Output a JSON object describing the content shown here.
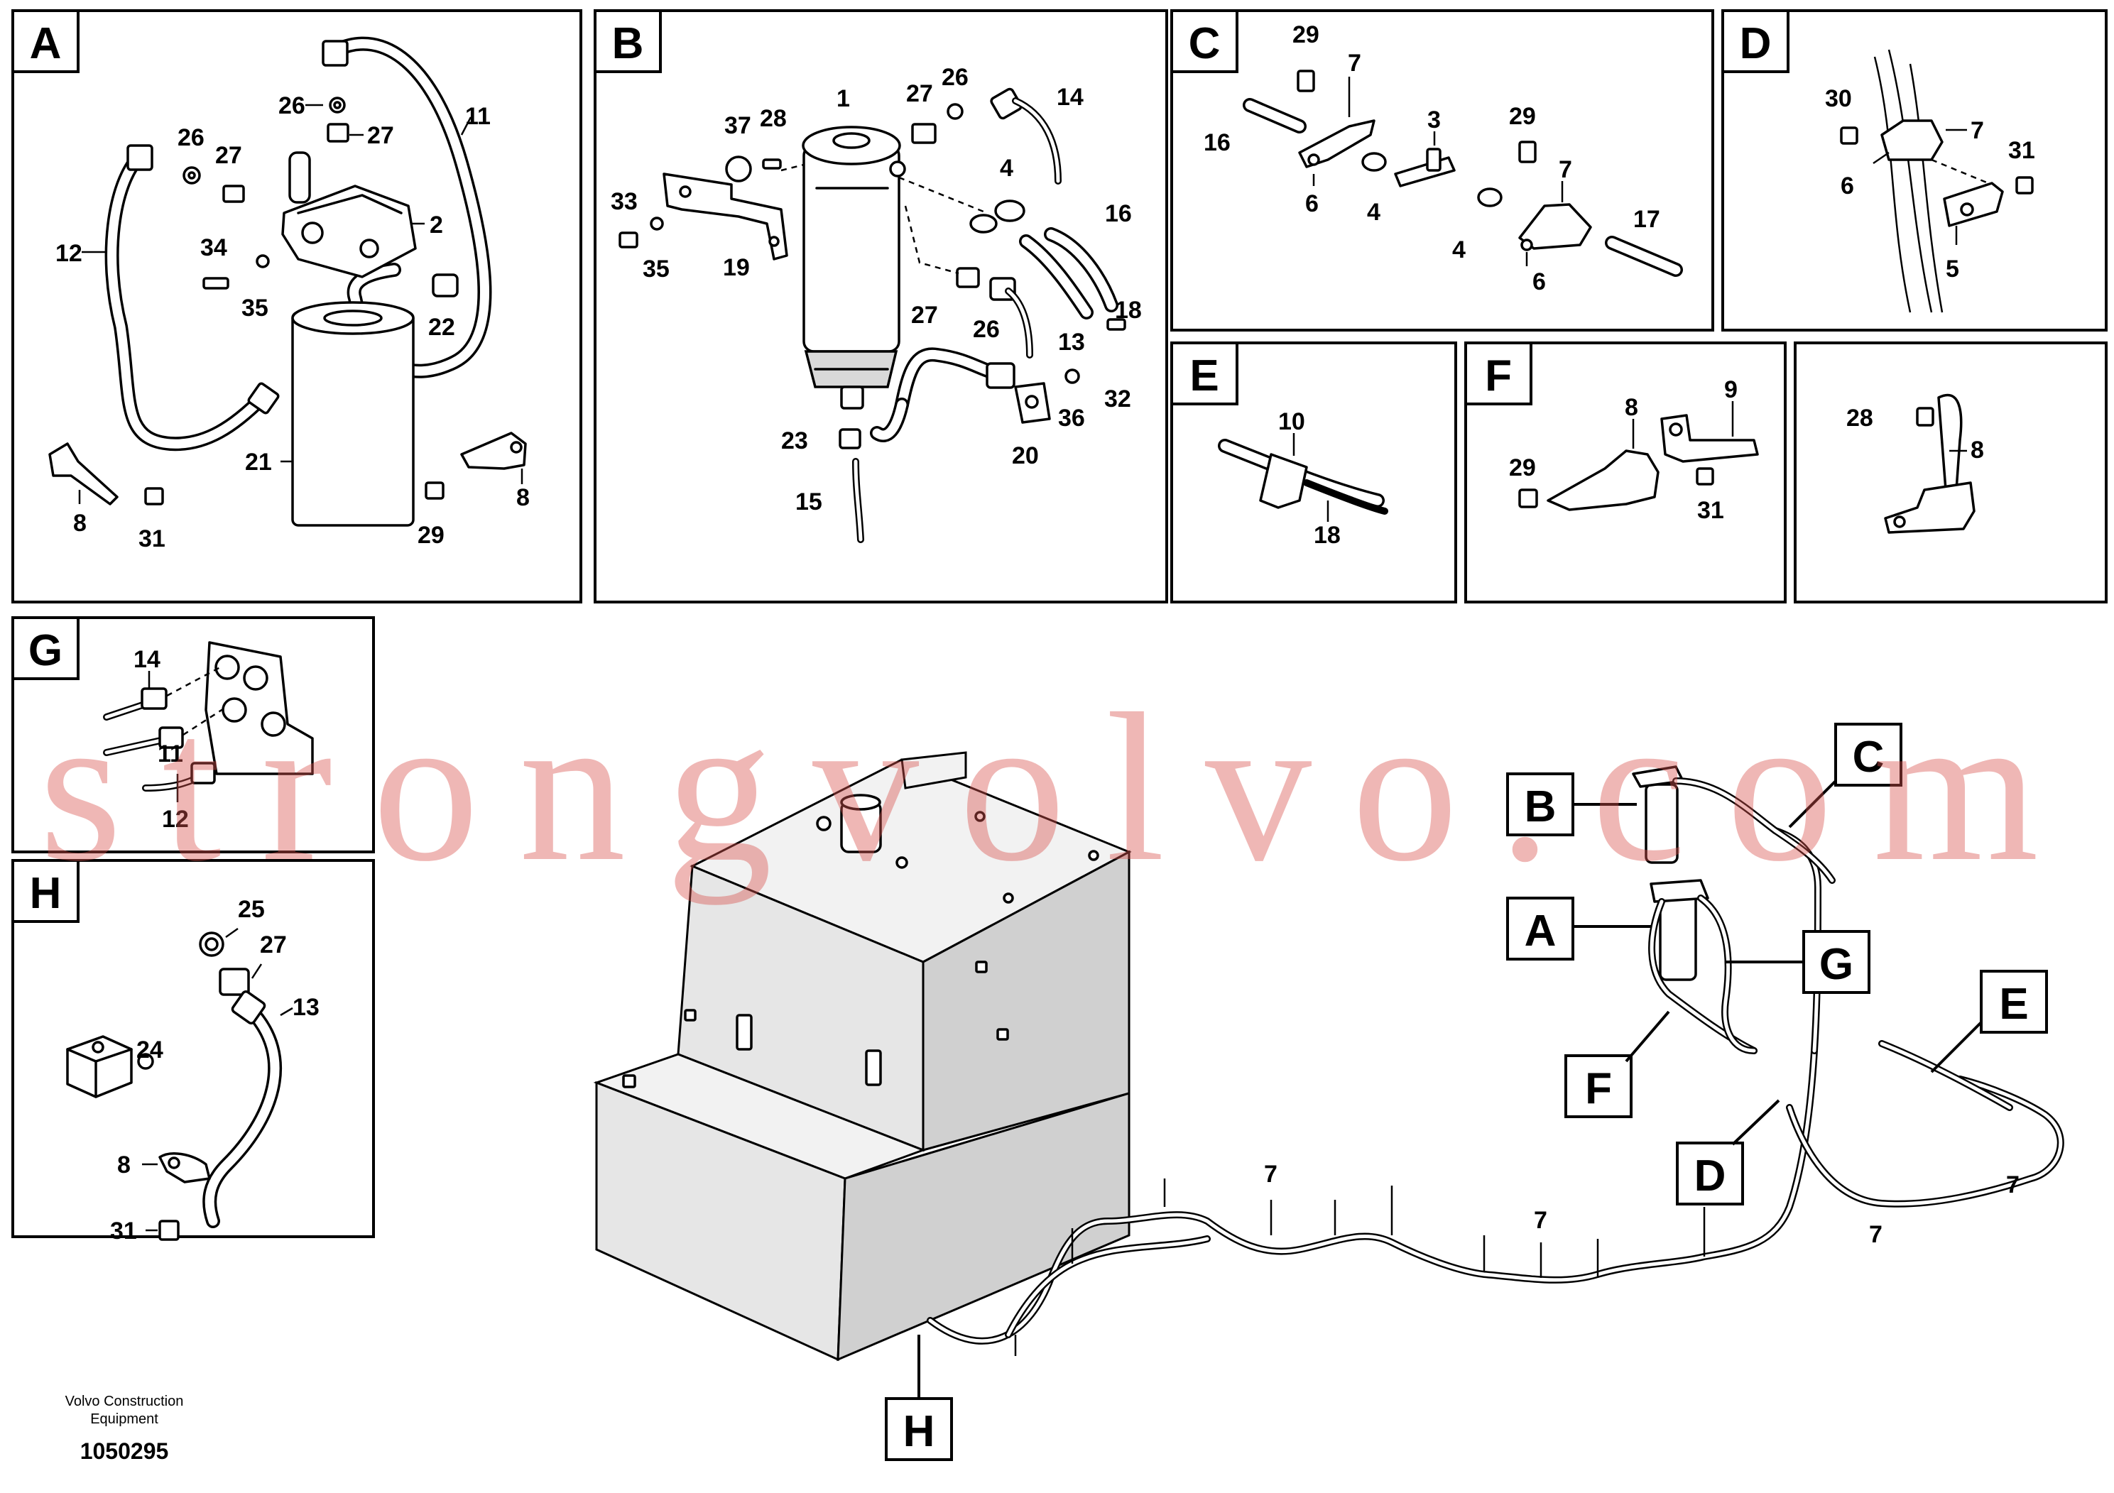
{
  "panels": {
    "A": {
      "letter": "A",
      "labels": [
        "26",
        "27",
        "26",
        "27",
        "11",
        "12",
        "34",
        "35",
        "2",
        "22",
        "21",
        "8",
        "31",
        "29",
        "8"
      ]
    },
    "B": {
      "letter": "B",
      "labels": [
        "37",
        "28",
        "1",
        "27",
        "26",
        "14",
        "33",
        "35",
        "19",
        "4",
        "16",
        "27",
        "26",
        "18",
        "13",
        "32",
        "36",
        "23",
        "20",
        "15"
      ]
    },
    "C": {
      "letter": "C",
      "labels": [
        "29",
        "7",
        "16",
        "6",
        "4",
        "3",
        "29",
        "7",
        "4",
        "17",
        "6"
      ]
    },
    "D": {
      "letter": "D",
      "labels": [
        "30",
        "7",
        "31",
        "6",
        "5"
      ]
    },
    "E": {
      "letter": "E",
      "labels": [
        "10",
        "18"
      ]
    },
    "F": {
      "letter": "F",
      "labels": [
        "8",
        "9",
        "29",
        "31"
      ]
    },
    "R": {
      "labels": [
        "28",
        "8"
      ]
    },
    "G": {
      "letter": "G",
      "labels": [
        "14",
        "11",
        "12"
      ]
    },
    "H": {
      "letter": "H",
      "labels": [
        "25",
        "27",
        "13",
        "24",
        "8",
        "31"
      ]
    }
  },
  "overview": {
    "callouts": [
      "B",
      "C",
      "A",
      "G",
      "F",
      "E",
      "D",
      "H"
    ],
    "clip_labels": [
      "7",
      "7",
      "7",
      "7"
    ]
  },
  "footer": {
    "company_line1": "Volvo Construction",
    "company_line2": "Equipment",
    "drawing_number": "1050295"
  },
  "watermark": "strongvolvo.com"
}
